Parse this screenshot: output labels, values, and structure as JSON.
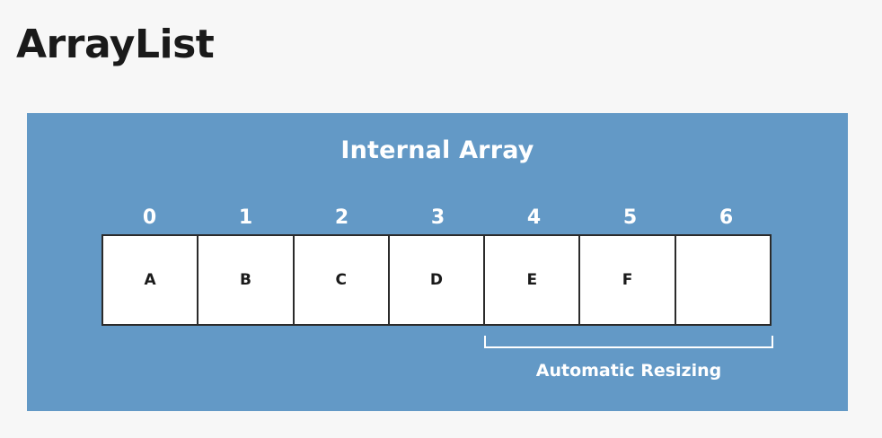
{
  "page": {
    "title": "ArrayList"
  },
  "diagram": {
    "title": "Internal Array",
    "indices": [
      "0",
      "1",
      "2",
      "3",
      "4",
      "5",
      "6"
    ],
    "cells": [
      "A",
      "B",
      "C",
      "D",
      "E",
      "F",
      ""
    ],
    "annotation": "Automatic Resizing"
  },
  "colors": {
    "panel_background": "#6399c6",
    "page_background": "#f7f7f7",
    "cell_background": "#ffffff",
    "cell_border": "#2b2b2b",
    "panel_text": "#ffffff",
    "title_text": "#1a1a1a"
  }
}
